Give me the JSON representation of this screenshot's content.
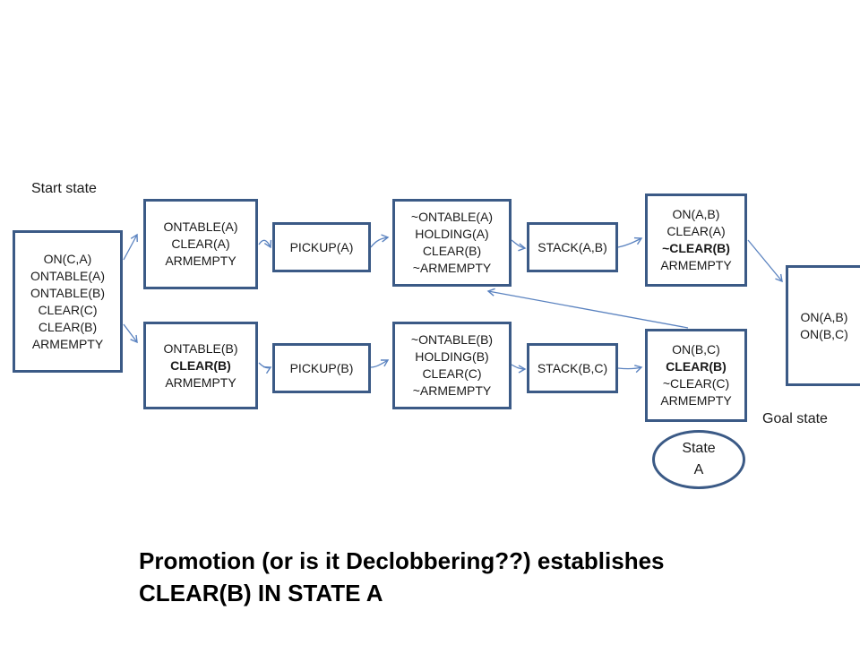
{
  "labels": {
    "start_state": "Start state",
    "goal_state": "Goal state"
  },
  "boxes": {
    "start": [
      "ON(C,A)",
      "ONTABLE(A)",
      "ONTABLE(B)",
      "CLEAR(C)",
      "CLEAR(B)",
      "ARMEMPTY"
    ],
    "pre_a": [
      "ONTABLE(A)",
      "CLEAR(A)",
      "ARMEMPTY"
    ],
    "pre_b": [
      "ONTABLE(B)",
      "CLEAR(B)",
      "ARMEMPTY"
    ],
    "pickup_a": "PICKUP(A)",
    "pickup_b": "PICKUP(B)",
    "eff_pickup_a": [
      "~ONTABLE(A)",
      "HOLDING(A)",
      "CLEAR(B)",
      "~ARMEMPTY"
    ],
    "eff_pickup_b": [
      "~ONTABLE(B)",
      "HOLDING(B)",
      "CLEAR(C)",
      "~ARMEMPTY"
    ],
    "stack_ab": "STACK(A,B)",
    "stack_bc": "STACK(B,C)",
    "eff_stack_ab": [
      "ON(A,B)",
      "CLEAR(A)",
      "~CLEAR(B)",
      "ARMEMPTY"
    ],
    "eff_stack_bc": [
      "ON(B,C)",
      "CLEAR(B)",
      "~CLEAR(C)",
      "ARMEMPTY"
    ],
    "goal": [
      "ON(A,B)",
      "ON(B,C)"
    ]
  },
  "state_a": [
    "State",
    "A"
  ],
  "caption": [
    "Promotion (or is it Declobbering??) establishes",
    "CLEAR(B) IN STATE A"
  ],
  "colors": {
    "border": "#3b5a86",
    "arrow": "#5b83c0"
  }
}
